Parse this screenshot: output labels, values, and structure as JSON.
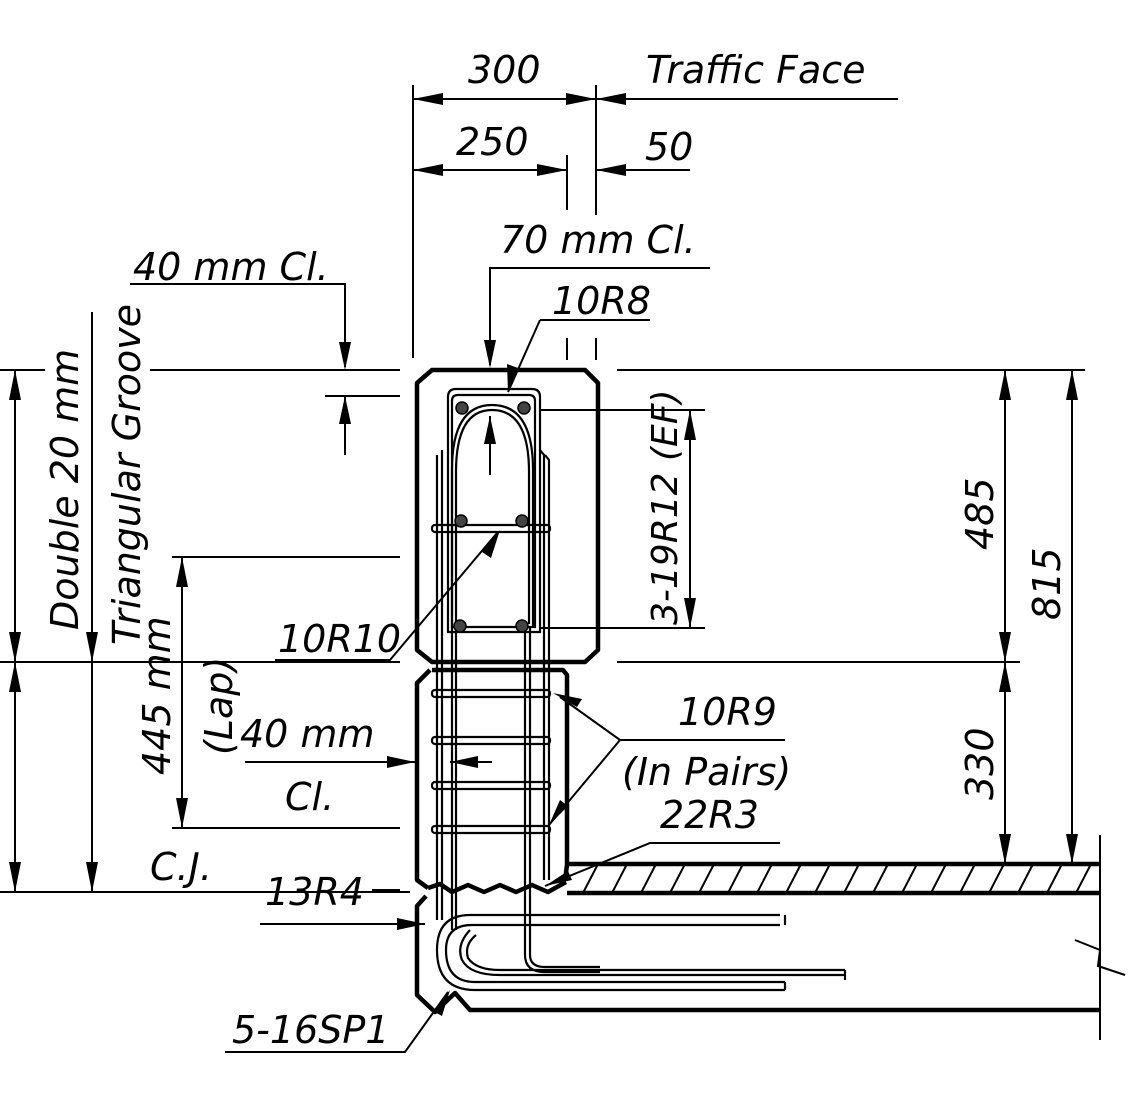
{
  "labels": {
    "dim_300": "300",
    "traffic_face": "Traffic Face",
    "dim_250": "250",
    "dim_50": "50",
    "cover_70": "70 mm Cl.",
    "cover_40_top": "40 mm Cl.",
    "bar_10r8": "10R8",
    "groove_line1": "Double 20 mm",
    "groove_line2": "Triangular Groove",
    "bars_3_19r12": "3-19R12 (EF)",
    "dim_485": "485",
    "dim_815": "815",
    "bar_10r10": "10R10",
    "lap_445": "445 mm",
    "lap_label": "(Lap)",
    "cover_40_side_1": "40 mm",
    "cover_40_side_2": "Cl.",
    "bar_10r9": "10R9",
    "in_pairs": "(In Pairs)",
    "dim_330": "330",
    "bar_22r3": "22R3",
    "cj": "C.J.",
    "bar_13r4": "13R4",
    "bars_5_16sp1": "5-16SP1"
  }
}
